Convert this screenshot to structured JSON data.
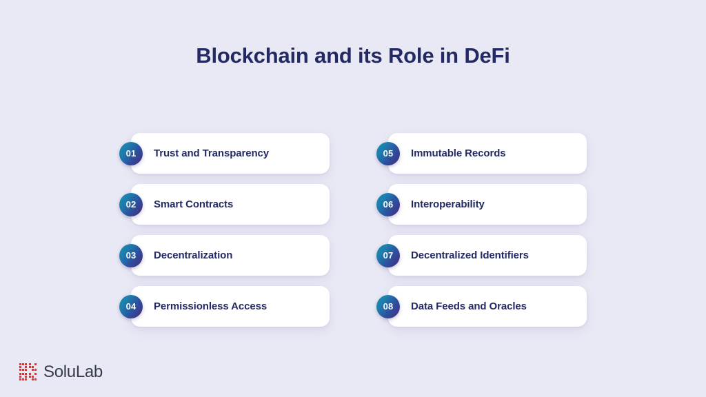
{
  "slide": {
    "background_color": "#e9e9f5",
    "title": "Blockchain and its Role in DeFi",
    "title_color": "#232a63"
  },
  "theme": {
    "card_background": "#ffffff",
    "badge_gradient_start": "#1b8fa6",
    "badge_gradient_end": "#4a2878",
    "text_color": "#232a63",
    "logo_mark_color": "#e03131",
    "logo_text_color": "#343c4e"
  },
  "columns": {
    "left": [
      {
        "number": "01",
        "label": "Trust and Transparency"
      },
      {
        "number": "02",
        "label": "Smart Contracts"
      },
      {
        "number": "03",
        "label": "Decentralization"
      },
      {
        "number": "04",
        "label": "Permissionless Access"
      }
    ],
    "right": [
      {
        "number": "05",
        "label": "Immutable Records"
      },
      {
        "number": "06",
        "label": "Interoperability"
      },
      {
        "number": "07",
        "label": "Decentralized Identifiers"
      },
      {
        "number": "08",
        "label": "Data Feeds and Oracles"
      }
    ]
  },
  "logo": {
    "mark": "qr-code-icon",
    "text": "SoluLab"
  }
}
